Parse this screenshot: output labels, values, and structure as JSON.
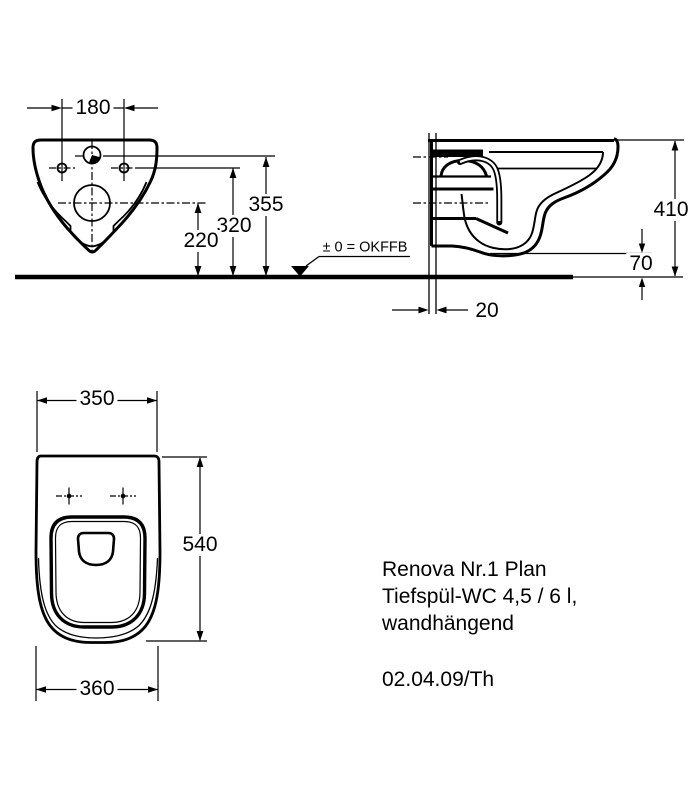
{
  "labels": {
    "level_reference": "± 0 = OKFFB"
  },
  "dimensions": {
    "front": {
      "hole_spacing": "180",
      "inlet_height": "355",
      "fixing_height": "320",
      "outlet_height": "220"
    },
    "side": {
      "height": "410",
      "floor_clearance": "70",
      "wall_thickness": "20"
    },
    "top": {
      "front_width": "350",
      "depth": "540",
      "body_width": "360"
    }
  },
  "product": {
    "line1": "Renova Nr.1 Plan",
    "line2": "Tiefspül-WC 4,5 / 6 l,",
    "line3": "wandhängend",
    "revision": "02.04.09/Th"
  },
  "colors": {
    "ink": "#000000",
    "background": "#ffffff"
  }
}
